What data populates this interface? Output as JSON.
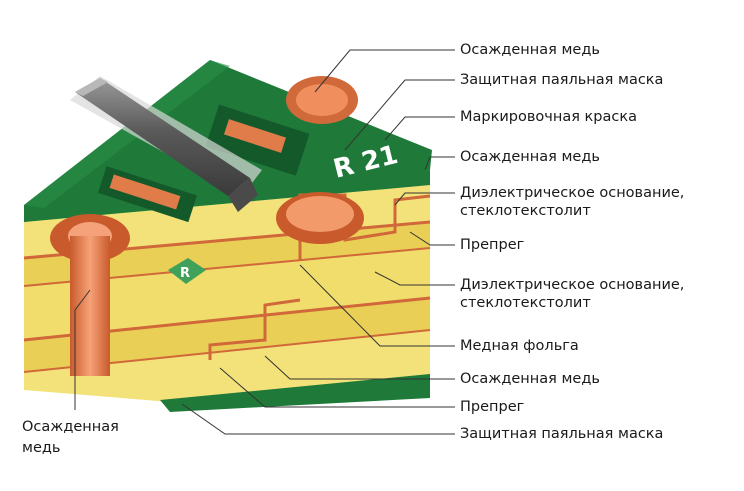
{
  "labels": [
    {
      "id": "deposited-copper-top",
      "text": "Осажденная медь"
    },
    {
      "id": "solder-mask-top",
      "text": "Защитная паяльная маска"
    },
    {
      "id": "marking-ink",
      "text": "Маркировочная краска"
    },
    {
      "id": "deposited-copper-2",
      "text": "Осажденная медь"
    },
    {
      "id": "dielectric-base-1",
      "text": "Диэлектрическое основание,\nстеклотекстолит"
    },
    {
      "id": "prepreg-1",
      "text": "Препрег"
    },
    {
      "id": "dielectric-base-2",
      "text": "Диэлектрическое основание,\nстеклотекстолит"
    },
    {
      "id": "copper-foil",
      "text": "Медная фольга"
    },
    {
      "id": "deposited-copper-3",
      "text": "Осажденная медь"
    },
    {
      "id": "prepreg-2",
      "text": "Препрег"
    },
    {
      "id": "solder-mask-bottom",
      "text": "Защитная паяльная маска"
    }
  ],
  "left_label": {
    "text": "Осажденная\nмедь"
  },
  "markings": {
    "ref": "R 21",
    "polarity": "R"
  },
  "colors": {
    "solder_mask": "#1f7a3a",
    "solder_mask_dark": "#14592a",
    "copper": "#e07b4a",
    "dielectric": "#f3e27a",
    "prepreg": "#e9cf55",
    "component": "#6b6b6b"
  }
}
